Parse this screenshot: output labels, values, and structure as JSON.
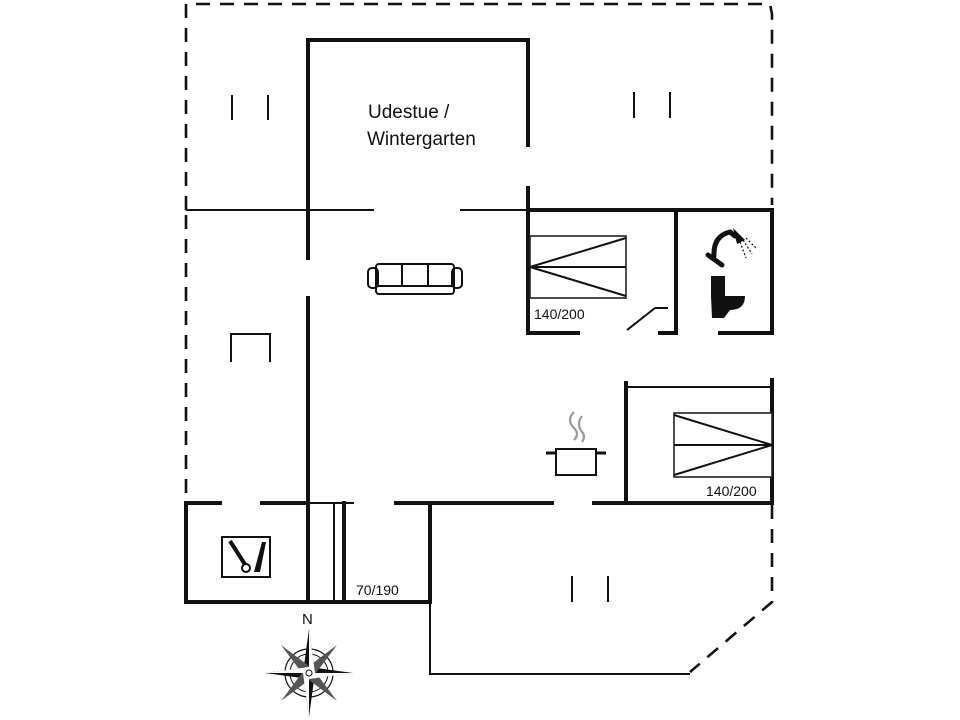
{
  "rooms": {
    "winter_garden_line1": "Udestue /",
    "winter_garden_line2": "Wintergarten"
  },
  "beds": {
    "bed1_size": "140/200",
    "bed2_size": "140/200",
    "bed3_size": "70/190"
  },
  "compass": {
    "north_label": "N"
  },
  "icons": {
    "sofa": "sofa-icon",
    "shower": "shower-icon",
    "toilet": "toilet-icon",
    "kitchen": "cooking-pot-icon",
    "utility": "washing-machine-icon",
    "compass": "compass-rose-icon"
  }
}
